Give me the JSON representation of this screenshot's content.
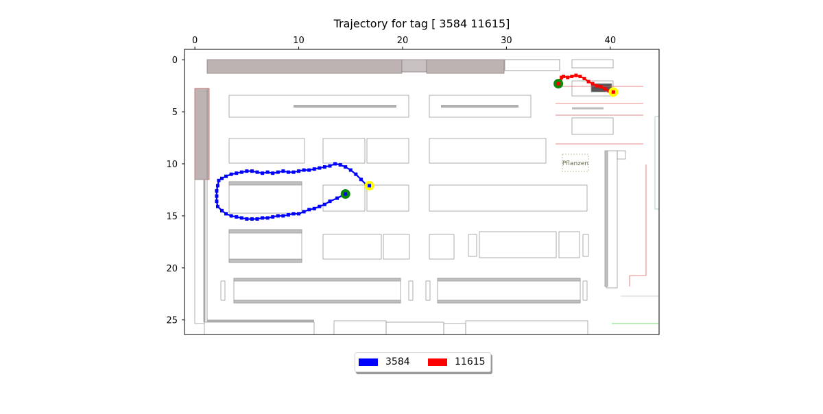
{
  "chart_data": {
    "type": "scatter",
    "title": "Trajectory for tag [ 3584 11615]",
    "xlabel": "",
    "ylabel": "",
    "x_axis_position": "top",
    "y_axis_inverted": true,
    "xlim": [
      -1,
      44.7
    ],
    "ylim": [
      26.4,
      -1
    ],
    "xticks": [
      0,
      10,
      20,
      30,
      40
    ],
    "xtick_labels": [
      "0",
      "10",
      "20",
      "30",
      "40"
    ],
    "yticks": [
      0,
      5,
      10,
      15,
      20,
      25
    ],
    "ytick_labels": [
      "0",
      "5",
      "10",
      "15",
      "20",
      "25"
    ],
    "grid": false,
    "legend_placement": "bottom-center",
    "background": "store floor plan image",
    "series": [
      {
        "name": "3584",
        "color": "#0000ff",
        "start": [
          14.5,
          12.9
        ],
        "end": [
          16.8,
          12.1
        ],
        "points": [
          [
            14.5,
            12.9
          ],
          [
            13.7,
            13.3
          ],
          [
            13.0,
            13.6
          ],
          [
            12.5,
            13.9
          ],
          [
            12.0,
            14.1
          ],
          [
            11.5,
            14.3
          ],
          [
            11.0,
            14.4
          ],
          [
            10.5,
            14.6
          ],
          [
            10.0,
            14.8
          ],
          [
            9.5,
            14.8
          ],
          [
            9.0,
            14.9
          ],
          [
            8.5,
            15.0
          ],
          [
            8.0,
            15.0
          ],
          [
            7.5,
            15.1
          ],
          [
            7.0,
            15.2
          ],
          [
            6.5,
            15.2
          ],
          [
            6.0,
            15.3
          ],
          [
            5.5,
            15.3
          ],
          [
            5.0,
            15.3
          ],
          [
            4.5,
            15.2
          ],
          [
            4.0,
            15.1
          ],
          [
            3.5,
            15.0
          ],
          [
            3.0,
            14.8
          ],
          [
            2.6,
            14.5
          ],
          [
            2.2,
            14.1
          ],
          [
            2.1,
            13.6
          ],
          [
            2.1,
            13.1
          ],
          [
            2.1,
            12.6
          ],
          [
            2.2,
            12.1
          ],
          [
            2.3,
            11.6
          ],
          [
            2.6,
            11.4
          ],
          [
            3.0,
            11.2
          ],
          [
            3.5,
            11.0
          ],
          [
            4.0,
            10.9
          ],
          [
            4.5,
            10.8
          ],
          [
            5.0,
            10.7
          ],
          [
            5.5,
            10.7
          ],
          [
            6.0,
            10.8
          ],
          [
            6.5,
            10.9
          ],
          [
            7.0,
            10.8
          ],
          [
            7.5,
            10.9
          ],
          [
            8.0,
            10.8
          ],
          [
            8.5,
            10.7
          ],
          [
            9.0,
            10.8
          ],
          [
            9.5,
            10.8
          ],
          [
            10.0,
            10.7
          ],
          [
            10.5,
            10.6
          ],
          [
            11.0,
            10.6
          ],
          [
            11.5,
            10.5
          ],
          [
            12.0,
            10.4
          ],
          [
            12.5,
            10.3
          ],
          [
            13.0,
            10.2
          ],
          [
            13.5,
            10.0
          ],
          [
            14.0,
            10.1
          ],
          [
            14.5,
            10.3
          ],
          [
            15.0,
            10.6
          ],
          [
            15.5,
            11.0
          ],
          [
            16.0,
            11.5
          ],
          [
            16.5,
            12.0
          ],
          [
            16.8,
            12.1
          ]
        ]
      },
      {
        "name": "11615",
        "color": "#ff0000",
        "start": [
          35.0,
          2.3
        ],
        "end": [
          40.3,
          3.1
        ],
        "points": [
          [
            35.0,
            2.3
          ],
          [
            35.2,
            2.0
          ],
          [
            35.3,
            1.7
          ],
          [
            35.5,
            1.6
          ],
          [
            35.9,
            1.7
          ],
          [
            36.3,
            1.6
          ],
          [
            36.7,
            1.5
          ],
          [
            37.1,
            1.6
          ],
          [
            37.5,
            1.8
          ],
          [
            37.9,
            2.1
          ],
          [
            38.3,
            2.3
          ],
          [
            38.7,
            2.5
          ],
          [
            39.1,
            2.6
          ],
          [
            39.5,
            2.8
          ],
          [
            39.9,
            3.0
          ],
          [
            40.3,
            3.1
          ]
        ]
      }
    ]
  },
  "floorplan": {
    "labels": [
      "Pflanzen"
    ]
  }
}
